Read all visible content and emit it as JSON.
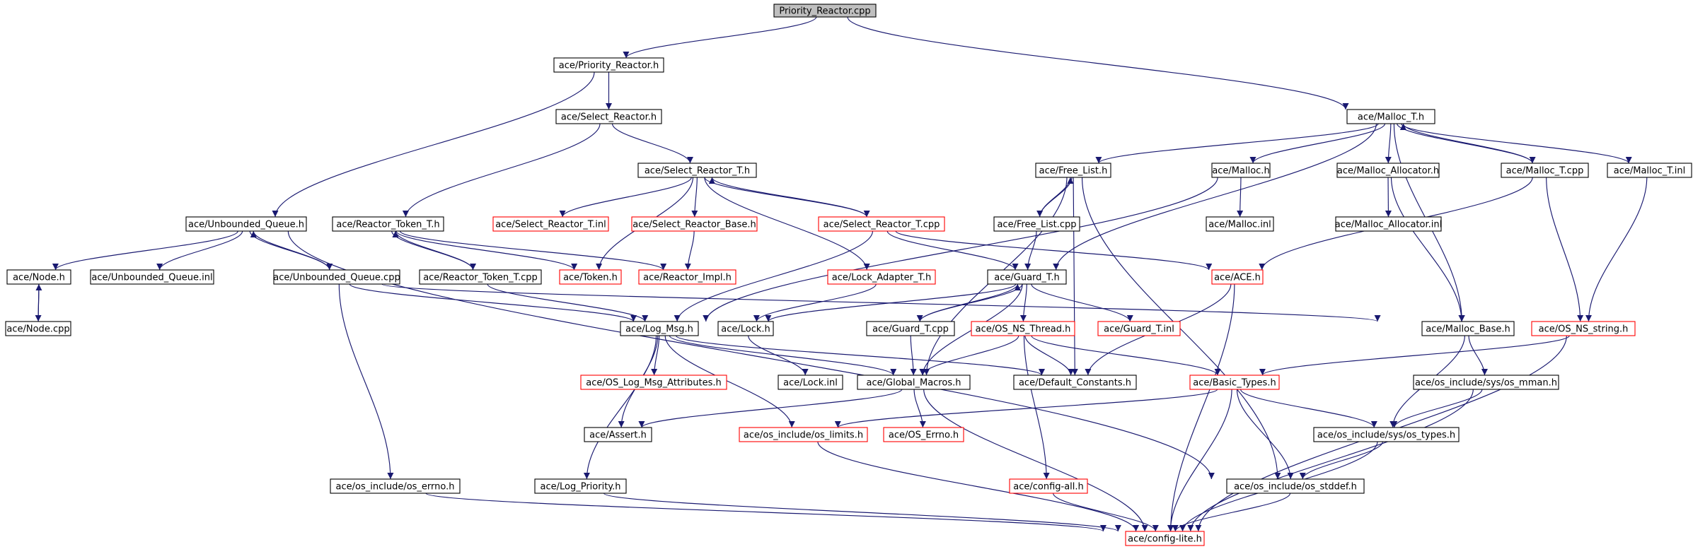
{
  "colors": {
    "edge": "#191970",
    "node_border_normal": "#000000",
    "node_border_missing": "#ff0000",
    "root_fill": "#bfbfbf",
    "node_fill": "#ffffff"
  },
  "nodes": [
    {
      "id": "prc",
      "label": "Priority_Reactor.cpp",
      "kind": "root"
    },
    {
      "id": "prh",
      "label": "ace/Priority_Reactor.h",
      "kind": "normal"
    },
    {
      "id": "mth",
      "label": "ace/Malloc_T.h",
      "kind": "normal"
    },
    {
      "id": "srh",
      "label": "ace/Select_Reactor.h",
      "kind": "normal"
    },
    {
      "id": "srth",
      "label": "ace/Select_Reactor_T.h",
      "kind": "normal"
    },
    {
      "id": "uqh",
      "label": "ace/Unbounded_Queue.h",
      "kind": "normal"
    },
    {
      "id": "rtth",
      "label": "ace/Reactor_Token_T.h",
      "kind": "normal"
    },
    {
      "id": "srti",
      "label": "ace/Select_Reactor_T.inl",
      "kind": "missing"
    },
    {
      "id": "srbh",
      "label": "ace/Select_Reactor_Base.h",
      "kind": "missing"
    },
    {
      "id": "srtc",
      "label": "ace/Select_Reactor_T.cpp",
      "kind": "missing"
    },
    {
      "id": "flh",
      "label": "ace/Free_List.h",
      "kind": "normal"
    },
    {
      "id": "mh",
      "label": "ace/Malloc.h",
      "kind": "normal"
    },
    {
      "id": "mah",
      "label": "ace/Malloc_Allocator.h",
      "kind": "normal"
    },
    {
      "id": "mtc",
      "label": "ace/Malloc_T.cpp",
      "kind": "normal"
    },
    {
      "id": "mti",
      "label": "ace/Malloc_T.inl",
      "kind": "normal"
    },
    {
      "id": "flc",
      "label": "ace/Free_List.cpp",
      "kind": "normal"
    },
    {
      "id": "mi",
      "label": "ace/Malloc.inl",
      "kind": "normal"
    },
    {
      "id": "mai",
      "label": "ace/Malloc_Allocator.inl",
      "kind": "normal"
    },
    {
      "id": "nh",
      "label": "ace/Node.h",
      "kind": "normal"
    },
    {
      "id": "uqi",
      "label": "ace/Unbounded_Queue.inl",
      "kind": "normal"
    },
    {
      "id": "uqc",
      "label": "ace/Unbounded_Queue.cpp",
      "kind": "normal"
    },
    {
      "id": "rttc",
      "label": "ace/Reactor_Token_T.cpp",
      "kind": "normal"
    },
    {
      "id": "th",
      "label": "ace/Token.h",
      "kind": "missing"
    },
    {
      "id": "rih",
      "label": "ace/Reactor_Impl.h",
      "kind": "missing"
    },
    {
      "id": "lath",
      "label": "ace/Lock_Adapter_T.h",
      "kind": "missing"
    },
    {
      "id": "gth",
      "label": "ace/Guard_T.h",
      "kind": "normal"
    },
    {
      "id": "aceh",
      "label": "ace/ACE.h",
      "kind": "missing"
    },
    {
      "id": "nc",
      "label": "ace/Node.cpp",
      "kind": "normal"
    },
    {
      "id": "lmh",
      "label": "ace/Log_Msg.h",
      "kind": "normal"
    },
    {
      "id": "lh",
      "label": "ace/Lock.h",
      "kind": "normal"
    },
    {
      "id": "gtc",
      "label": "ace/Guard_T.cpp",
      "kind": "normal"
    },
    {
      "id": "onth",
      "label": "ace/OS_NS_Thread.h",
      "kind": "missing"
    },
    {
      "id": "gti",
      "label": "ace/Guard_T.inl",
      "kind": "missing"
    },
    {
      "id": "mbh",
      "label": "ace/Malloc_Base.h",
      "kind": "normal"
    },
    {
      "id": "onsh",
      "label": "ace/OS_NS_string.h",
      "kind": "missing"
    },
    {
      "id": "olmah",
      "label": "ace/OS_Log_Msg_Attributes.h",
      "kind": "missing"
    },
    {
      "id": "li",
      "label": "ace/Lock.inl",
      "kind": "normal"
    },
    {
      "id": "gmh",
      "label": "ace/Global_Macros.h",
      "kind": "normal"
    },
    {
      "id": "dch",
      "label": "ace/Default_Constants.h",
      "kind": "normal"
    },
    {
      "id": "bth",
      "label": "ace/Basic_Types.h",
      "kind": "missing"
    },
    {
      "id": "osmman",
      "label": "ace/os_include/sys/os_mman.h",
      "kind": "normal"
    },
    {
      "id": "ah",
      "label": "ace/Assert.h",
      "kind": "normal"
    },
    {
      "id": "olim",
      "label": "ace/os_include/os_limits.h",
      "kind": "missing"
    },
    {
      "id": "oeh",
      "label": "ace/OS_Errno.h",
      "kind": "missing"
    },
    {
      "id": "ostypes",
      "label": "ace/os_include/sys/os_types.h",
      "kind": "normal"
    },
    {
      "id": "oerrno",
      "label": "ace/os_include/os_errno.h",
      "kind": "normal"
    },
    {
      "id": "lph",
      "label": "ace/Log_Priority.h",
      "kind": "normal"
    },
    {
      "id": "cah",
      "label": "ace/config-all.h",
      "kind": "missing"
    },
    {
      "id": "ostddef",
      "label": "ace/os_include/os_stddef.h",
      "kind": "normal"
    },
    {
      "id": "clh",
      "label": "ace/config-lite.h",
      "kind": "missing"
    }
  ],
  "edges": [
    [
      "prc",
      "prh"
    ],
    [
      "prc",
      "mth"
    ],
    [
      "prh",
      "srh"
    ],
    [
      "prh",
      "uqh"
    ],
    [
      "srh",
      "srth"
    ],
    [
      "srh",
      "rtth"
    ],
    [
      "srth",
      "srti"
    ],
    [
      "srth",
      "srbh"
    ],
    [
      "srth",
      "srtc"
    ],
    [
      "srth",
      "th"
    ],
    [
      "srth",
      "lath"
    ],
    [
      "srtc",
      "srth"
    ],
    [
      "srtc",
      "lmh"
    ],
    [
      "srtc",
      "gth"
    ],
    [
      "srtc",
      "aceh"
    ],
    [
      "srbh",
      "rih"
    ],
    [
      "uqh",
      "nh"
    ],
    [
      "uqh",
      "uqi"
    ],
    [
      "uqh",
      "uqc"
    ],
    [
      "uqh",
      "ostddef"
    ],
    [
      "uqc",
      "uqh"
    ],
    [
      "uqc",
      "lmh"
    ],
    [
      "uqc",
      "mbh"
    ],
    [
      "uqc",
      "oerrno"
    ],
    [
      "nh",
      "nc"
    ],
    [
      "nc",
      "nh"
    ],
    [
      "rtth",
      "rttc"
    ],
    [
      "rtth",
      "th"
    ],
    [
      "rtth",
      "rih"
    ],
    [
      "rttc",
      "rtth"
    ],
    [
      "rttc",
      "lmh"
    ],
    [
      "lath",
      "lh"
    ],
    [
      "mth",
      "flh"
    ],
    [
      "mth",
      "mh"
    ],
    [
      "mth",
      "mah"
    ],
    [
      "mth",
      "mtc"
    ],
    [
      "mth",
      "mti"
    ],
    [
      "mth",
      "gth"
    ],
    [
      "mth",
      "mbh"
    ],
    [
      "mtc",
      "mth"
    ],
    [
      "mtc",
      "aceh"
    ],
    [
      "mtc",
      "onsh"
    ],
    [
      "mti",
      "onsh"
    ],
    [
      "mh",
      "mi"
    ],
    [
      "mh",
      "lmh"
    ],
    [
      "mah",
      "mai"
    ],
    [
      "mah",
      "mbh"
    ],
    [
      "flh",
      "flc"
    ],
    [
      "flh",
      "gmh"
    ],
    [
      "flh",
      "dch"
    ],
    [
      "flh",
      "ostddef"
    ],
    [
      "flc",
      "flh"
    ],
    [
      "flc",
      "gth"
    ],
    [
      "gth",
      "lh"
    ],
    [
      "gth",
      "gtc"
    ],
    [
      "gth",
      "gti"
    ],
    [
      "gth",
      "onth"
    ],
    [
      "gth",
      "gmh"
    ],
    [
      "gtc",
      "gth"
    ],
    [
      "gtc",
      "gmh"
    ],
    [
      "aceh",
      "dch"
    ],
    [
      "aceh",
      "clh"
    ],
    [
      "lmh",
      "olmah"
    ],
    [
      "lmh",
      "gmh"
    ],
    [
      "lmh",
      "dch"
    ],
    [
      "lmh",
      "ah"
    ],
    [
      "lmh",
      "olim"
    ],
    [
      "lmh",
      "lph"
    ],
    [
      "lh",
      "li"
    ],
    [
      "onth",
      "gmh"
    ],
    [
      "onth",
      "dch"
    ],
    [
      "onth",
      "bth"
    ],
    [
      "onth",
      "cah"
    ],
    [
      "gmh",
      "ah"
    ],
    [
      "gmh",
      "oeh"
    ],
    [
      "gmh",
      "clh"
    ],
    [
      "mbh",
      "osmman"
    ],
    [
      "mbh",
      "ostypes"
    ],
    [
      "onsh",
      "bth"
    ],
    [
      "onsh",
      "clh"
    ],
    [
      "bth",
      "olim"
    ],
    [
      "bth",
      "ostypes"
    ],
    [
      "bth",
      "ostddef"
    ],
    [
      "bth",
      "clh"
    ],
    [
      "osmman",
      "ostypes"
    ],
    [
      "osmman",
      "clh"
    ],
    [
      "ostypes",
      "ostddef"
    ],
    [
      "ostypes",
      "clh"
    ],
    [
      "olim",
      "clh"
    ],
    [
      "oerrno",
      "clh"
    ],
    [
      "lph",
      "clh"
    ],
    [
      "cah",
      "clh"
    ],
    [
      "ostddef",
      "clh"
    ]
  ]
}
